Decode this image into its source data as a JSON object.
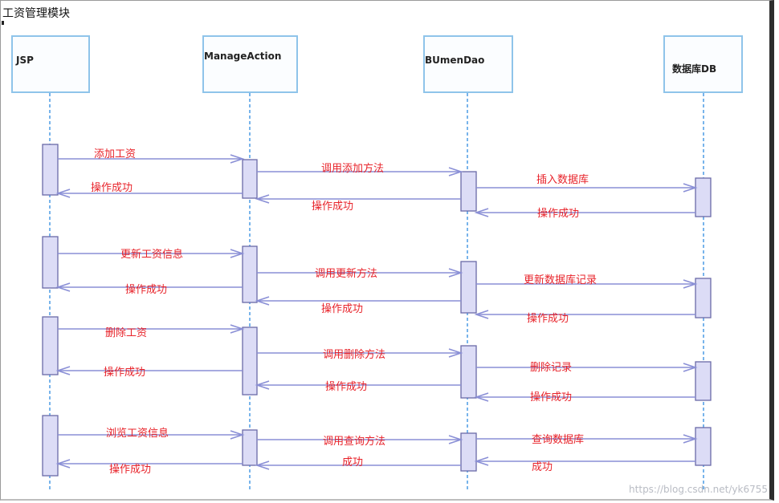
{
  "title": "工资管理模块",
  "actors": [
    {
      "id": "jsp",
      "label": "JSP"
    },
    {
      "id": "action",
      "label": "ManageAction"
    },
    {
      "id": "dao",
      "label": "BUmenDao"
    },
    {
      "id": "db",
      "label": "数据库DB"
    }
  ],
  "groups": [
    {
      "request": "添加工资",
      "call": "调用添加方法",
      "db_op": "插入数据库",
      "db_return": "操作成功",
      "dao_return": "操作成功",
      "action_return": "操作成功"
    },
    {
      "request": "更新工资信息",
      "call": "调用更新方法",
      "db_op": "更新数据库记录",
      "db_return": "操作成功",
      "dao_return": "操作成功",
      "action_return": "操作成功"
    },
    {
      "request": "删除工资",
      "call": "调用删除方法",
      "db_op": "删除记录",
      "db_return": "操作成功",
      "dao_return": "操作成功",
      "action_return": "操作成功"
    },
    {
      "request": "浏览工资信息",
      "call": "调用查询方法",
      "db_op": "查询数据库",
      "db_return": "成功",
      "dao_return": "成功",
      "action_return": "操作成功"
    }
  ],
  "watermark": "https://blog.csdn.net/yk6755",
  "colors": {
    "lifeline": "#2f8be0",
    "activation_fill": "#dcdcf6",
    "activation_border": "#6a6aa8",
    "arrow": "#8a8fd6",
    "message_text": "#e8232a",
    "actor_border": "#8fc4ea"
  }
}
